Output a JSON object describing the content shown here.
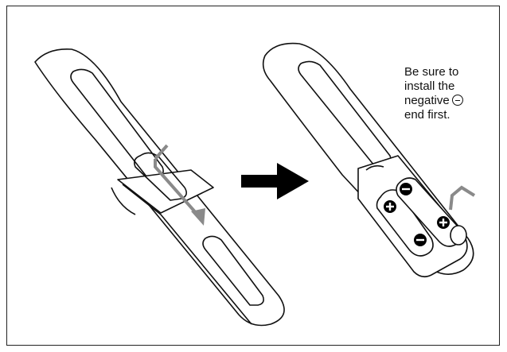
{
  "instruction": {
    "line1": "Be sure to",
    "line2": "install the",
    "line3": "negative",
    "line4": "end first."
  },
  "icons": {
    "negative_symbol": "minus-circle-icon",
    "positive_symbol": "plus-circle-icon",
    "next_step_arrow": "right-arrow-icon"
  },
  "colors": {
    "line": "#111111",
    "fill": "#ffffff",
    "arrow": "#8a8a8a",
    "step_arrow": "#000000"
  }
}
